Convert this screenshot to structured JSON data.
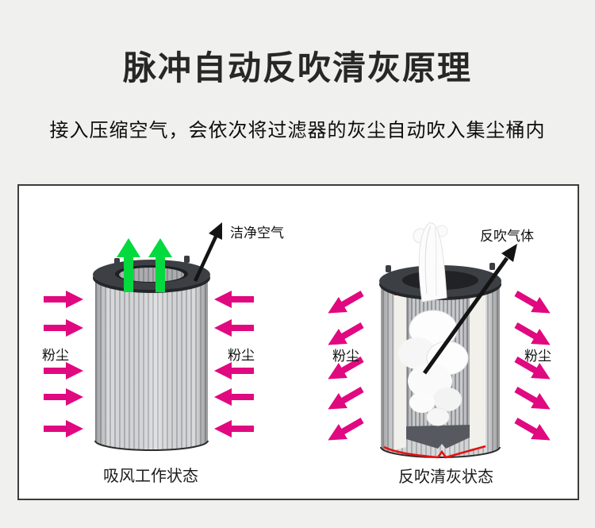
{
  "page": {
    "title": "脉冲自动反吹清灰原理",
    "subtitle": "接入压缩空气，会依次将过滤器的灰尘自动吹入集尘桶内"
  },
  "diagram": {
    "left": {
      "clean_air_label": "洁净空气",
      "dust_label_left": "粉尘",
      "dust_label_right": "粉尘",
      "caption": "吸风工作状态"
    },
    "right": {
      "backblow_label": "反吹气体",
      "dust_label_left": "粉尘",
      "dust_label_right": "粉尘",
      "caption": "反吹清灰状态"
    },
    "colors": {
      "dust_arrow": "#e00980",
      "clean_arrow": "#04da3e",
      "flow_arrow": "#141414",
      "cut_edge": "#e31212"
    }
  }
}
